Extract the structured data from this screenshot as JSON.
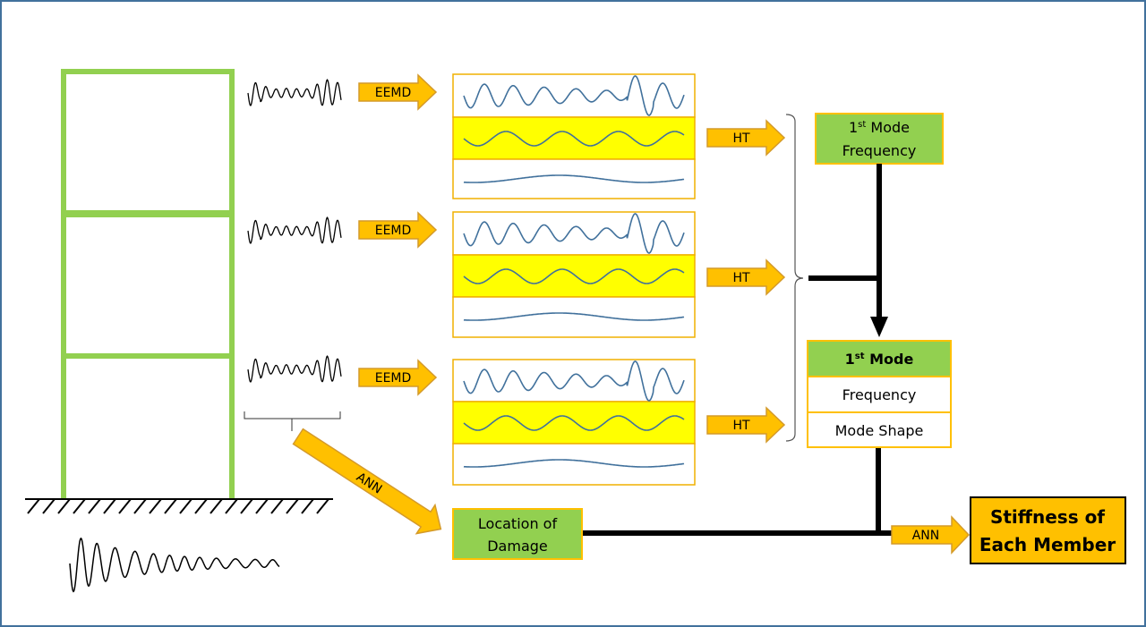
{
  "labels": {
    "eemd": "EEMD",
    "ht": "HT",
    "ann": "ANN",
    "first_mode_freq_sup": "st",
    "first_mode_freq_num": "1",
    "first_mode_freq_word": " Mode",
    "first_mode_freq_line2": "Frequency",
    "first_mode_num": "1",
    "first_mode_sup": "st",
    "first_mode_word": " Mode",
    "frequency": "Frequency",
    "mode_shape": "Mode Shape",
    "location_line1": "Location of",
    "location_line2": "Damage",
    "stiffness_line1": "Stiffness of",
    "stiffness_line2": "Each Member"
  },
  "colors": {
    "frame_green": "#92d050",
    "arrow_orange": "#ffc000",
    "arrow_border": "#d49a2a",
    "imf_yellow": "#ffff00",
    "imf_border": "#f0b000",
    "signal_blue": "#41719c",
    "box_green": "#92d050",
    "border": "#41719c",
    "black": "#000000"
  }
}
